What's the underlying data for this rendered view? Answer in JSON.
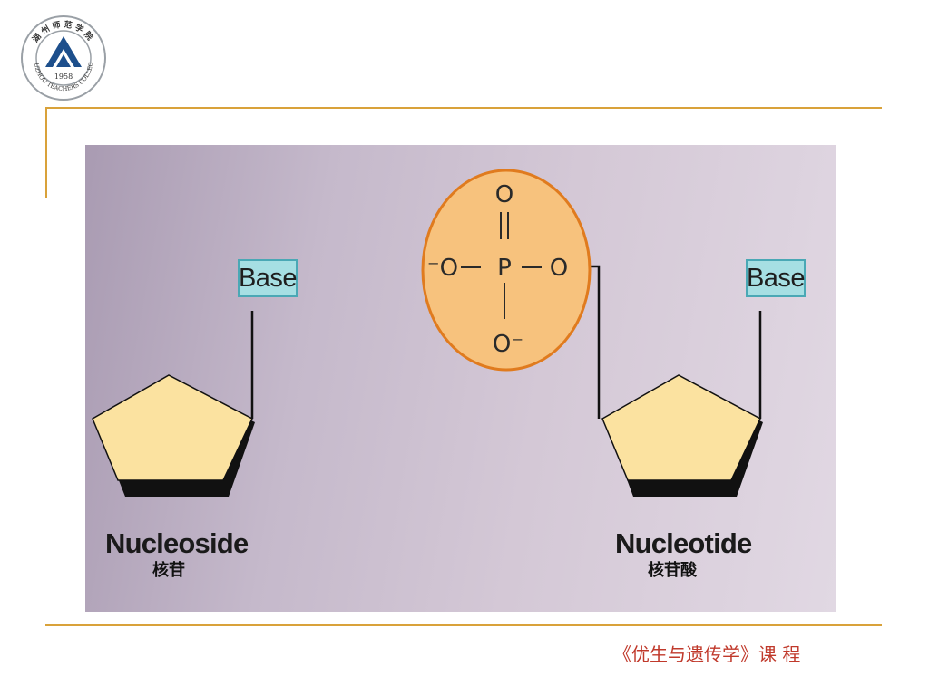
{
  "logo": {
    "top_text": "湖州师范学院",
    "year": "1958",
    "bottom_text": "HUZHOU TEACHERS COLLEGE"
  },
  "diagram": {
    "phosphate": {
      "top_o": "O",
      "left_o": "⁻O",
      "p": "P",
      "right_o": "O",
      "bottom_o": "O⁻"
    },
    "left_base_label": "Base",
    "right_base_label": "Base",
    "left_term": "Nucleoside",
    "left_term_cn": "核苷",
    "right_term": "Nucleotide",
    "right_term_cn": "核苷酸"
  },
  "footer": {
    "course_title": "《优生与遗传学》课  程"
  },
  "colors": {
    "accent_rule": "#d9a23a",
    "phosphate_fill": "#f7c27d",
    "phosphate_stroke": "#e07b1e",
    "sugar_fill": "#fbe2a0",
    "base_fill": "#a6dfe3",
    "footer_text": "#c0392b"
  }
}
